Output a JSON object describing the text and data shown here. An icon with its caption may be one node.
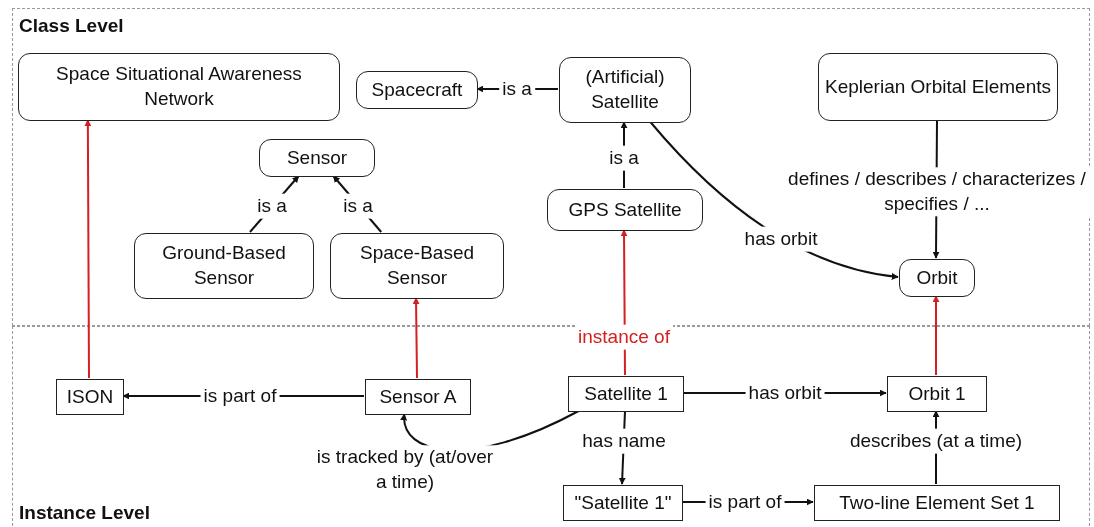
{
  "diagram": {
    "nodes": [
      {
        "text": [
          "Class Level"
        ]
      },
      {
        "text": [
          "Space Situational Awareness Network"
        ],
        "in": 0
      },
      {
        "text": [
          "Spacecraft"
        ],
        "in": 0
      },
      {
        "text": [
          "(Artificial) Satellite"
        ],
        "in": 0
      },
      {
        "text": [
          "Keplerian Orbital Elements"
        ],
        "in": 0
      },
      {
        "text": [
          "Sensor"
        ],
        "in": 0
      },
      {
        "text": [
          "GPS Satellite"
        ],
        "in": 0
      },
      {
        "text": [
          "Ground-Based Sensor"
        ],
        "in": 0
      },
      {
        "text": [
          "Space-Based Sensor"
        ],
        "in": 0
      },
      {
        "text": [
          "Orbit"
        ],
        "in": 0
      },
      {
        "text": [
          "Instance Level"
        ]
      },
      {
        "text": [
          "ISON"
        ],
        "in": 10
      },
      {
        "text": [
          "Sensor A"
        ],
        "in": 10
      },
      {
        "text": [
          "Satellite 1"
        ],
        "in": 10
      },
      {
        "text": [
          "Orbit 1"
        ],
        "in": 10
      },
      {
        "text": [
          "\"Satellite 1\""
        ],
        "in": 10
      },
      {
        "text": [
          "Two-line Element Set 1"
        ],
        "in": 10
      }
    ],
    "edges": [
      {
        "from": 3,
        "to": 2,
        "arrow": "to",
        "label": "is a"
      },
      {
        "from": 7,
        "to": 5,
        "arrow": "to",
        "label": "is a"
      },
      {
        "from": 8,
        "to": 5,
        "arrow": "to",
        "label": "is a"
      },
      {
        "from": 6,
        "to": 3,
        "arrow": "to",
        "label": "is a"
      },
      {
        "from": 3,
        "to": 9,
        "arrow": "to",
        "label": "has orbit"
      },
      {
        "from": 4,
        "to": 9,
        "arrow": "to",
        "label": "defines / describes / characterizes / specifies / ..."
      },
      {
        "from": 11,
        "to": 1,
        "arrow": "to",
        "color": "#d42020"
      },
      {
        "from": 12,
        "to": 8,
        "arrow": "to",
        "color": "#d42020"
      },
      {
        "from": 13,
        "to": 6,
        "arrow": "to",
        "color": "#d42020",
        "label": "instance of"
      },
      {
        "from": 14,
        "to": 9,
        "arrow": "to",
        "color": "#d42020"
      },
      {
        "from": 12,
        "to": 11,
        "arrow": "to",
        "label": "is part of"
      },
      {
        "from": 13,
        "to": 12,
        "arrow": "to",
        "label": "is tracked by (at/over a time)"
      },
      {
        "from": 13,
        "to": 14,
        "arrow": "to",
        "label": "has orbit"
      },
      {
        "from": 13,
        "to": 15,
        "arrow": "to",
        "label": "has name"
      },
      {
        "from": 15,
        "to": 16,
        "arrow": "to",
        "label": "is part of"
      },
      {
        "from": 16,
        "to": 14,
        "arrow": "to",
        "label": "describes (at a time)"
      }
    ]
  }
}
